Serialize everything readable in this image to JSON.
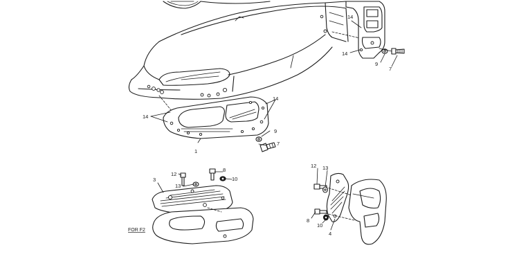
{
  "callouts": {
    "c1": "1",
    "c3": "3",
    "c4": "4",
    "c7a": "7",
    "c7b": "7",
    "c8a": "8",
    "c8b": "8",
    "c9a": "9",
    "c9b": "9",
    "c10a": "10",
    "c10b": "10",
    "c12a": "12",
    "c12b": "12",
    "c13a": "13",
    "c13b": "13",
    "c14a": "14",
    "c14b": "14",
    "c14c": "14",
    "c14d": "14"
  },
  "note": "FOR F2"
}
